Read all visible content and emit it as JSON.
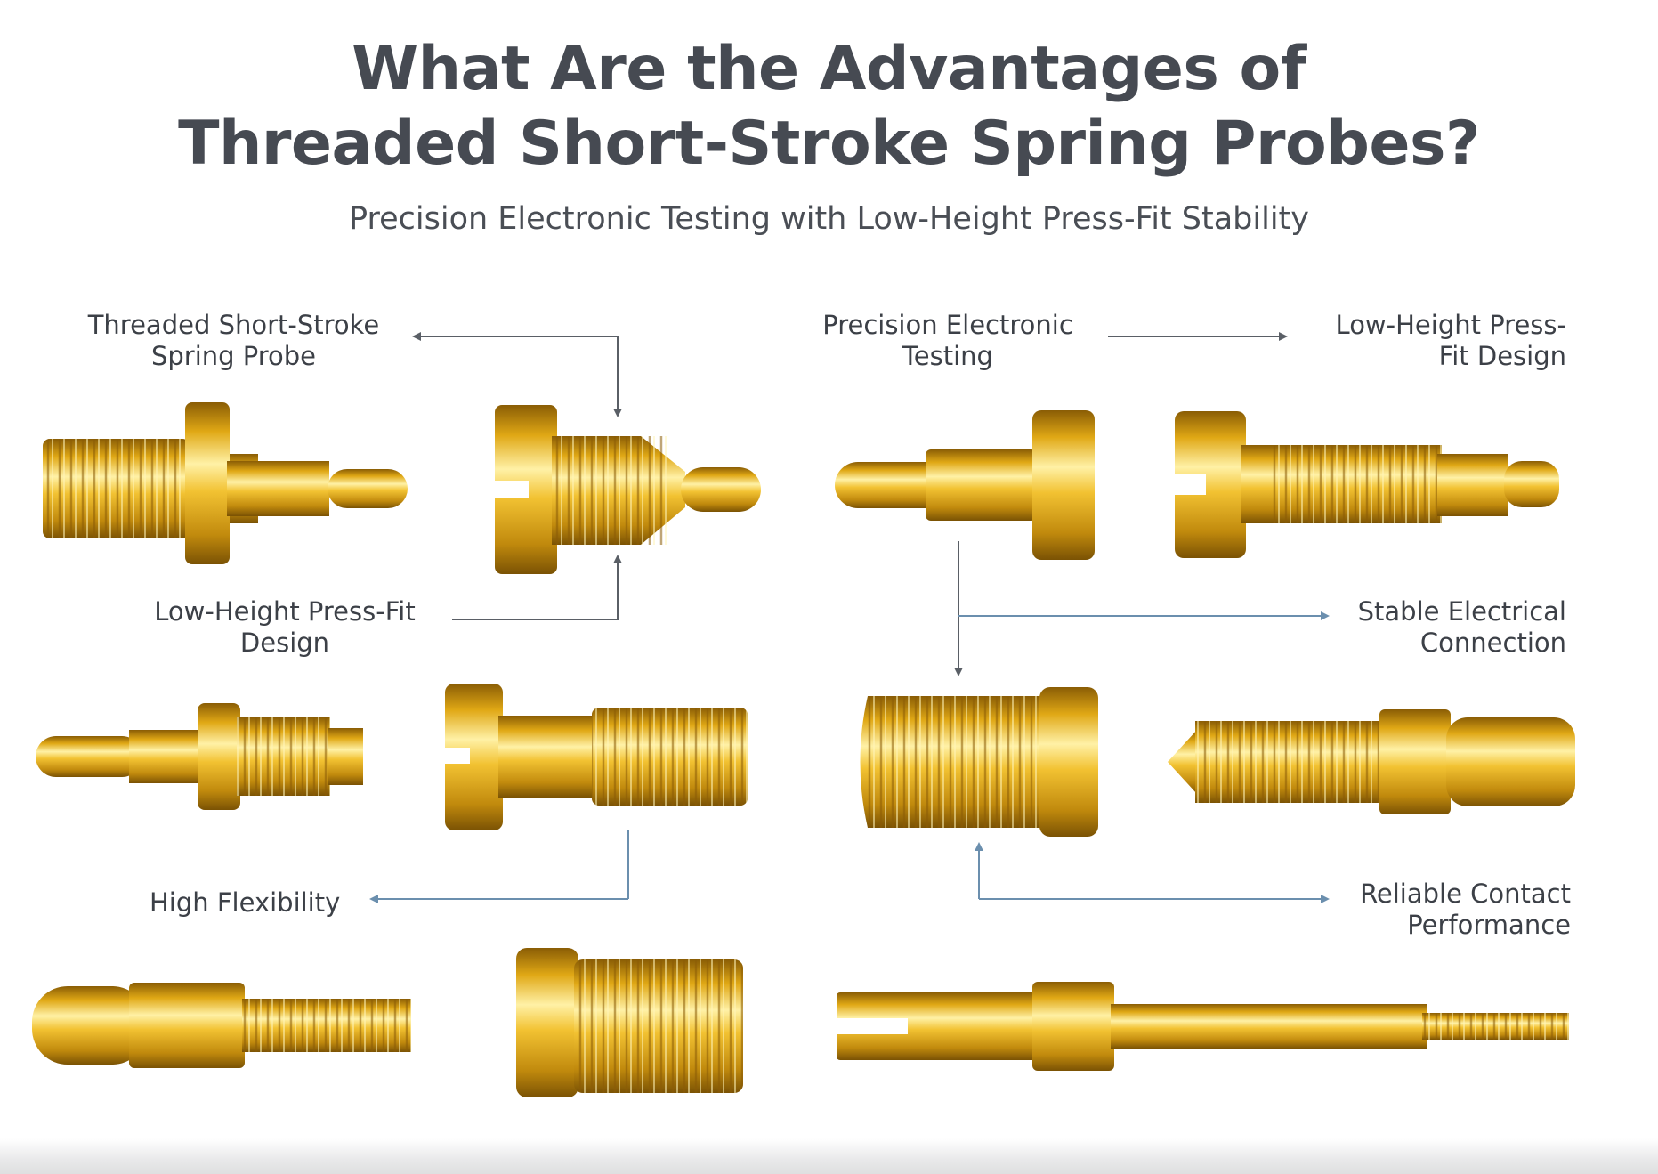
{
  "title": {
    "line1": "What Are the Advantages of",
    "line2": "Threaded Short-Stroke Spring Probes?"
  },
  "subtitle": "Precision Electronic Testing with Low-Height Press-Fit Stability",
  "labels": {
    "threaded_probe": [
      "Threaded Short-Stroke",
      "Spring Probe"
    ],
    "precision_testing": [
      "Precision Electronic",
      "Testing"
    ],
    "low_height_right": [
      "Low-Height Press-",
      "Fit Design"
    ],
    "low_height_left": [
      "Low-Height Press-Fit",
      "Design"
    ],
    "stable_connection": [
      "Stable Electrical",
      "Connection"
    ],
    "high_flexibility": [
      "High Flexibility"
    ],
    "reliable_contact": [
      "Reliable Contact",
      "Performance"
    ]
  },
  "colors": {
    "gold_light": "#fff0a0",
    "gold_mid": "#e8b31a",
    "gold_dark": "#9a6a05",
    "arrow_gray": "#5a5f66",
    "arrow_blue": "#6b8fae"
  }
}
